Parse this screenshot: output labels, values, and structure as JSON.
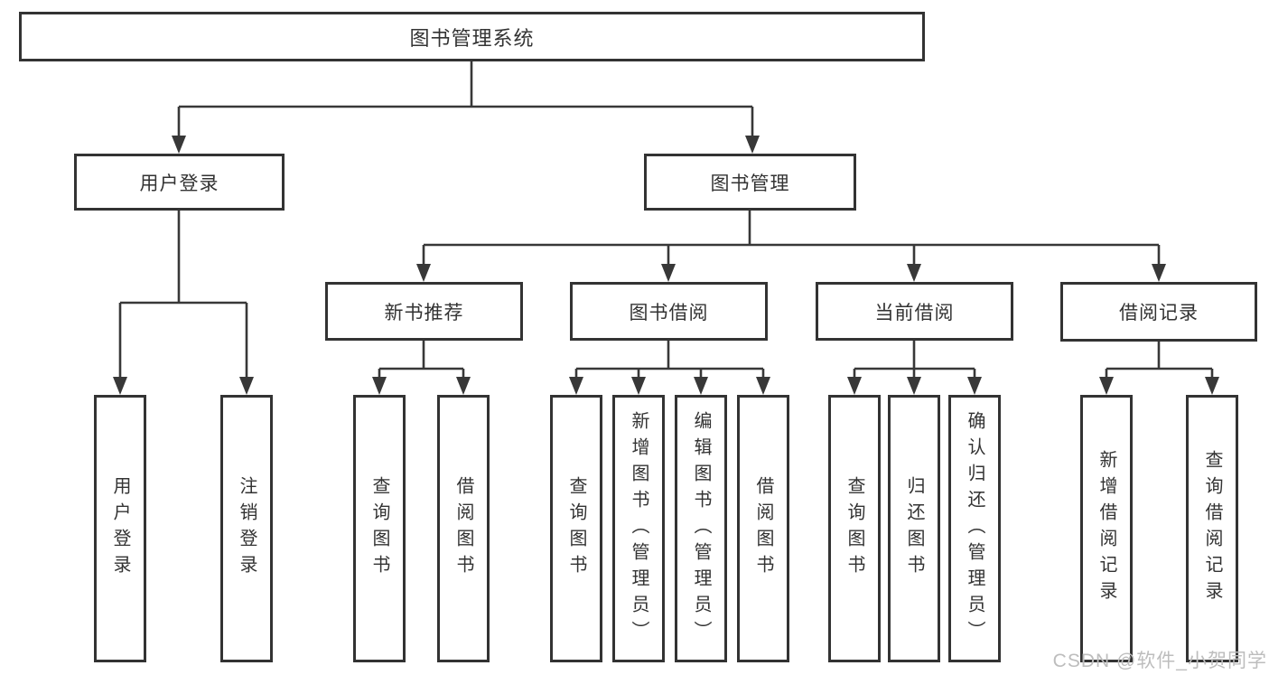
{
  "diagram": {
    "root": {
      "label": "图书管理系统"
    },
    "level2": [
      {
        "label": "用户登录"
      },
      {
        "label": "图书管理"
      }
    ],
    "level3": [
      {
        "label": "新书推荐"
      },
      {
        "label": "图书借阅"
      },
      {
        "label": "当前借阅"
      },
      {
        "label": "借阅记录"
      }
    ],
    "leaves": {
      "login": [
        {
          "label": "用户登录"
        },
        {
          "label": "注销登录"
        }
      ],
      "recommend": [
        {
          "label": "查询图书"
        },
        {
          "label": "借阅图书"
        }
      ],
      "borrow": [
        {
          "label": "查询图书"
        },
        {
          "label": "新增图书（管理员）"
        },
        {
          "label": "编辑图书（管理员）"
        },
        {
          "label": "借阅图书"
        }
      ],
      "current": [
        {
          "label": "查询图书"
        },
        {
          "label": "归还图书"
        },
        {
          "label": "确认归还（管理员）"
        }
      ],
      "records": [
        {
          "label": "新增借阅记录"
        },
        {
          "label": "查询借阅记录"
        }
      ]
    },
    "watermark": "CSDN @软件_小贺同学",
    "colors": {
      "line": "#383838",
      "border": "#333333",
      "text": "#333333",
      "watermark": "#bdbdbd",
      "background": "#ffffff"
    }
  }
}
